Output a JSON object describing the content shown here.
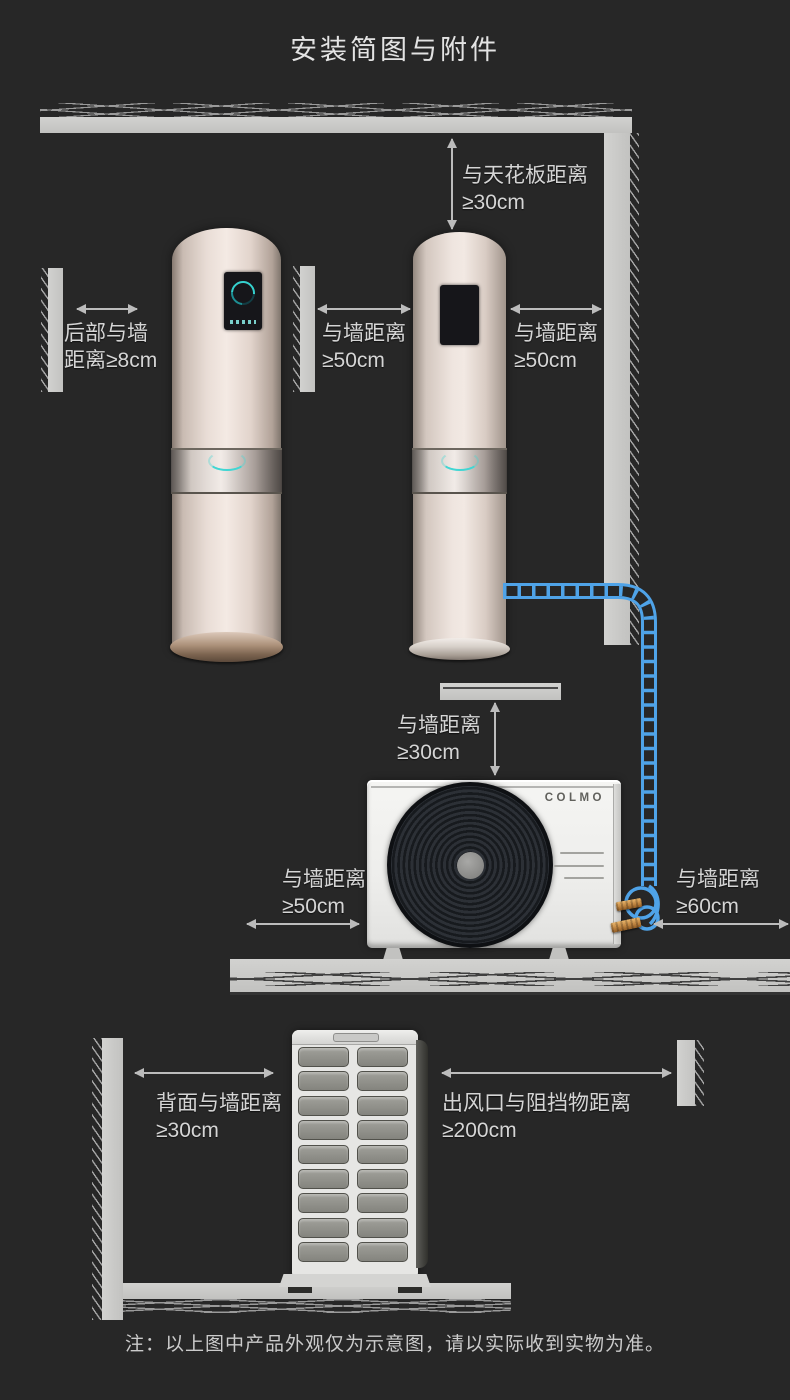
{
  "title": "安装简图与附件",
  "brand": "COLMO",
  "note": "注：以上图中产品外观仅为示意图，请以实际收到实物为准。",
  "annotations": {
    "ceiling": {
      "text": "与天花板距离",
      "value": "≥30cm"
    },
    "rear_wall": {
      "text": "后部与墙",
      "value": "距离≥8cm"
    },
    "indoor_left_gap": {
      "text": "与墙距离",
      "value": "≥50cm"
    },
    "indoor_right_gap": {
      "text": "与墙距离",
      "value": "≥50cm"
    },
    "outdoor_top_gap": {
      "text": "与墙距离",
      "value": "≥30cm"
    },
    "outdoor_left_gap": {
      "text": "与墙距离",
      "value": "≥50cm"
    },
    "outdoor_right_gap": {
      "text": "与墙距离",
      "value": "≥60cm"
    },
    "back_gap": {
      "text": "背面与墙距离",
      "value": "≥30cm"
    },
    "outlet_gap": {
      "text": "出风口与阻挡物距离",
      "value": "≥200cm"
    }
  },
  "colors": {
    "background": "#272727",
    "pipe_blue": "#4fa3e8",
    "wall_gray": "#c9c9c7",
    "label_text": "#d5d5d5",
    "accent_teal": "#41d6d3",
    "brass": "#c9914f"
  }
}
